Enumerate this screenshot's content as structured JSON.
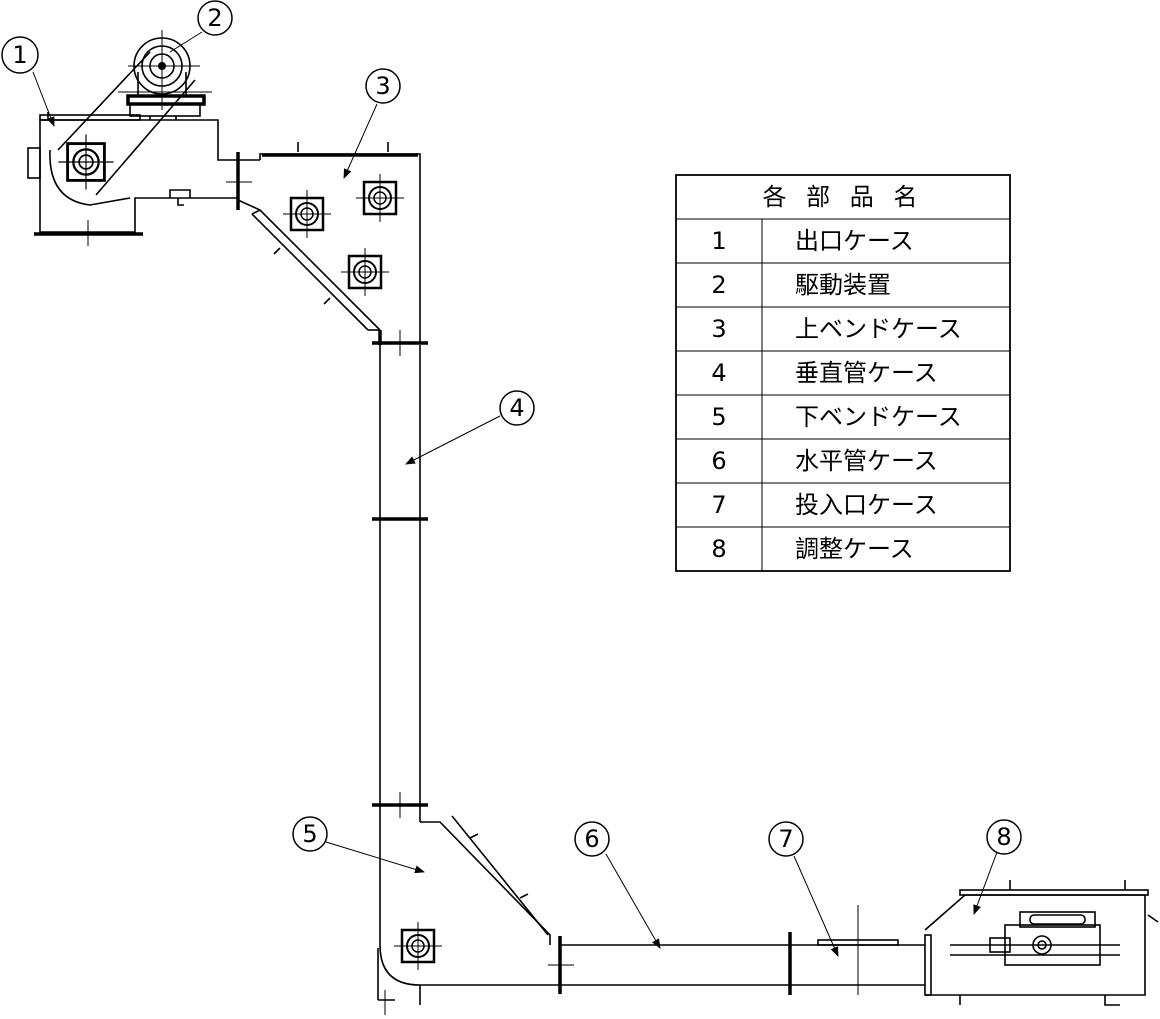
{
  "parts_table": {
    "header": "各 部 品 名",
    "rows": [
      {
        "no": "1",
        "name": "出口ケース"
      },
      {
        "no": "2",
        "name": "駆動装置"
      },
      {
        "no": "3",
        "name": "上ベンドケース"
      },
      {
        "no": "4",
        "name": "垂直管ケース"
      },
      {
        "no": "5",
        "name": "下ベンドケース"
      },
      {
        "no": "6",
        "name": "水平管ケース"
      },
      {
        "no": "7",
        "name": "投入口ケース"
      },
      {
        "no": "8",
        "name": "調整ケース"
      }
    ]
  },
  "callouts": [
    "1",
    "2",
    "3",
    "4",
    "5",
    "6",
    "7",
    "8"
  ]
}
